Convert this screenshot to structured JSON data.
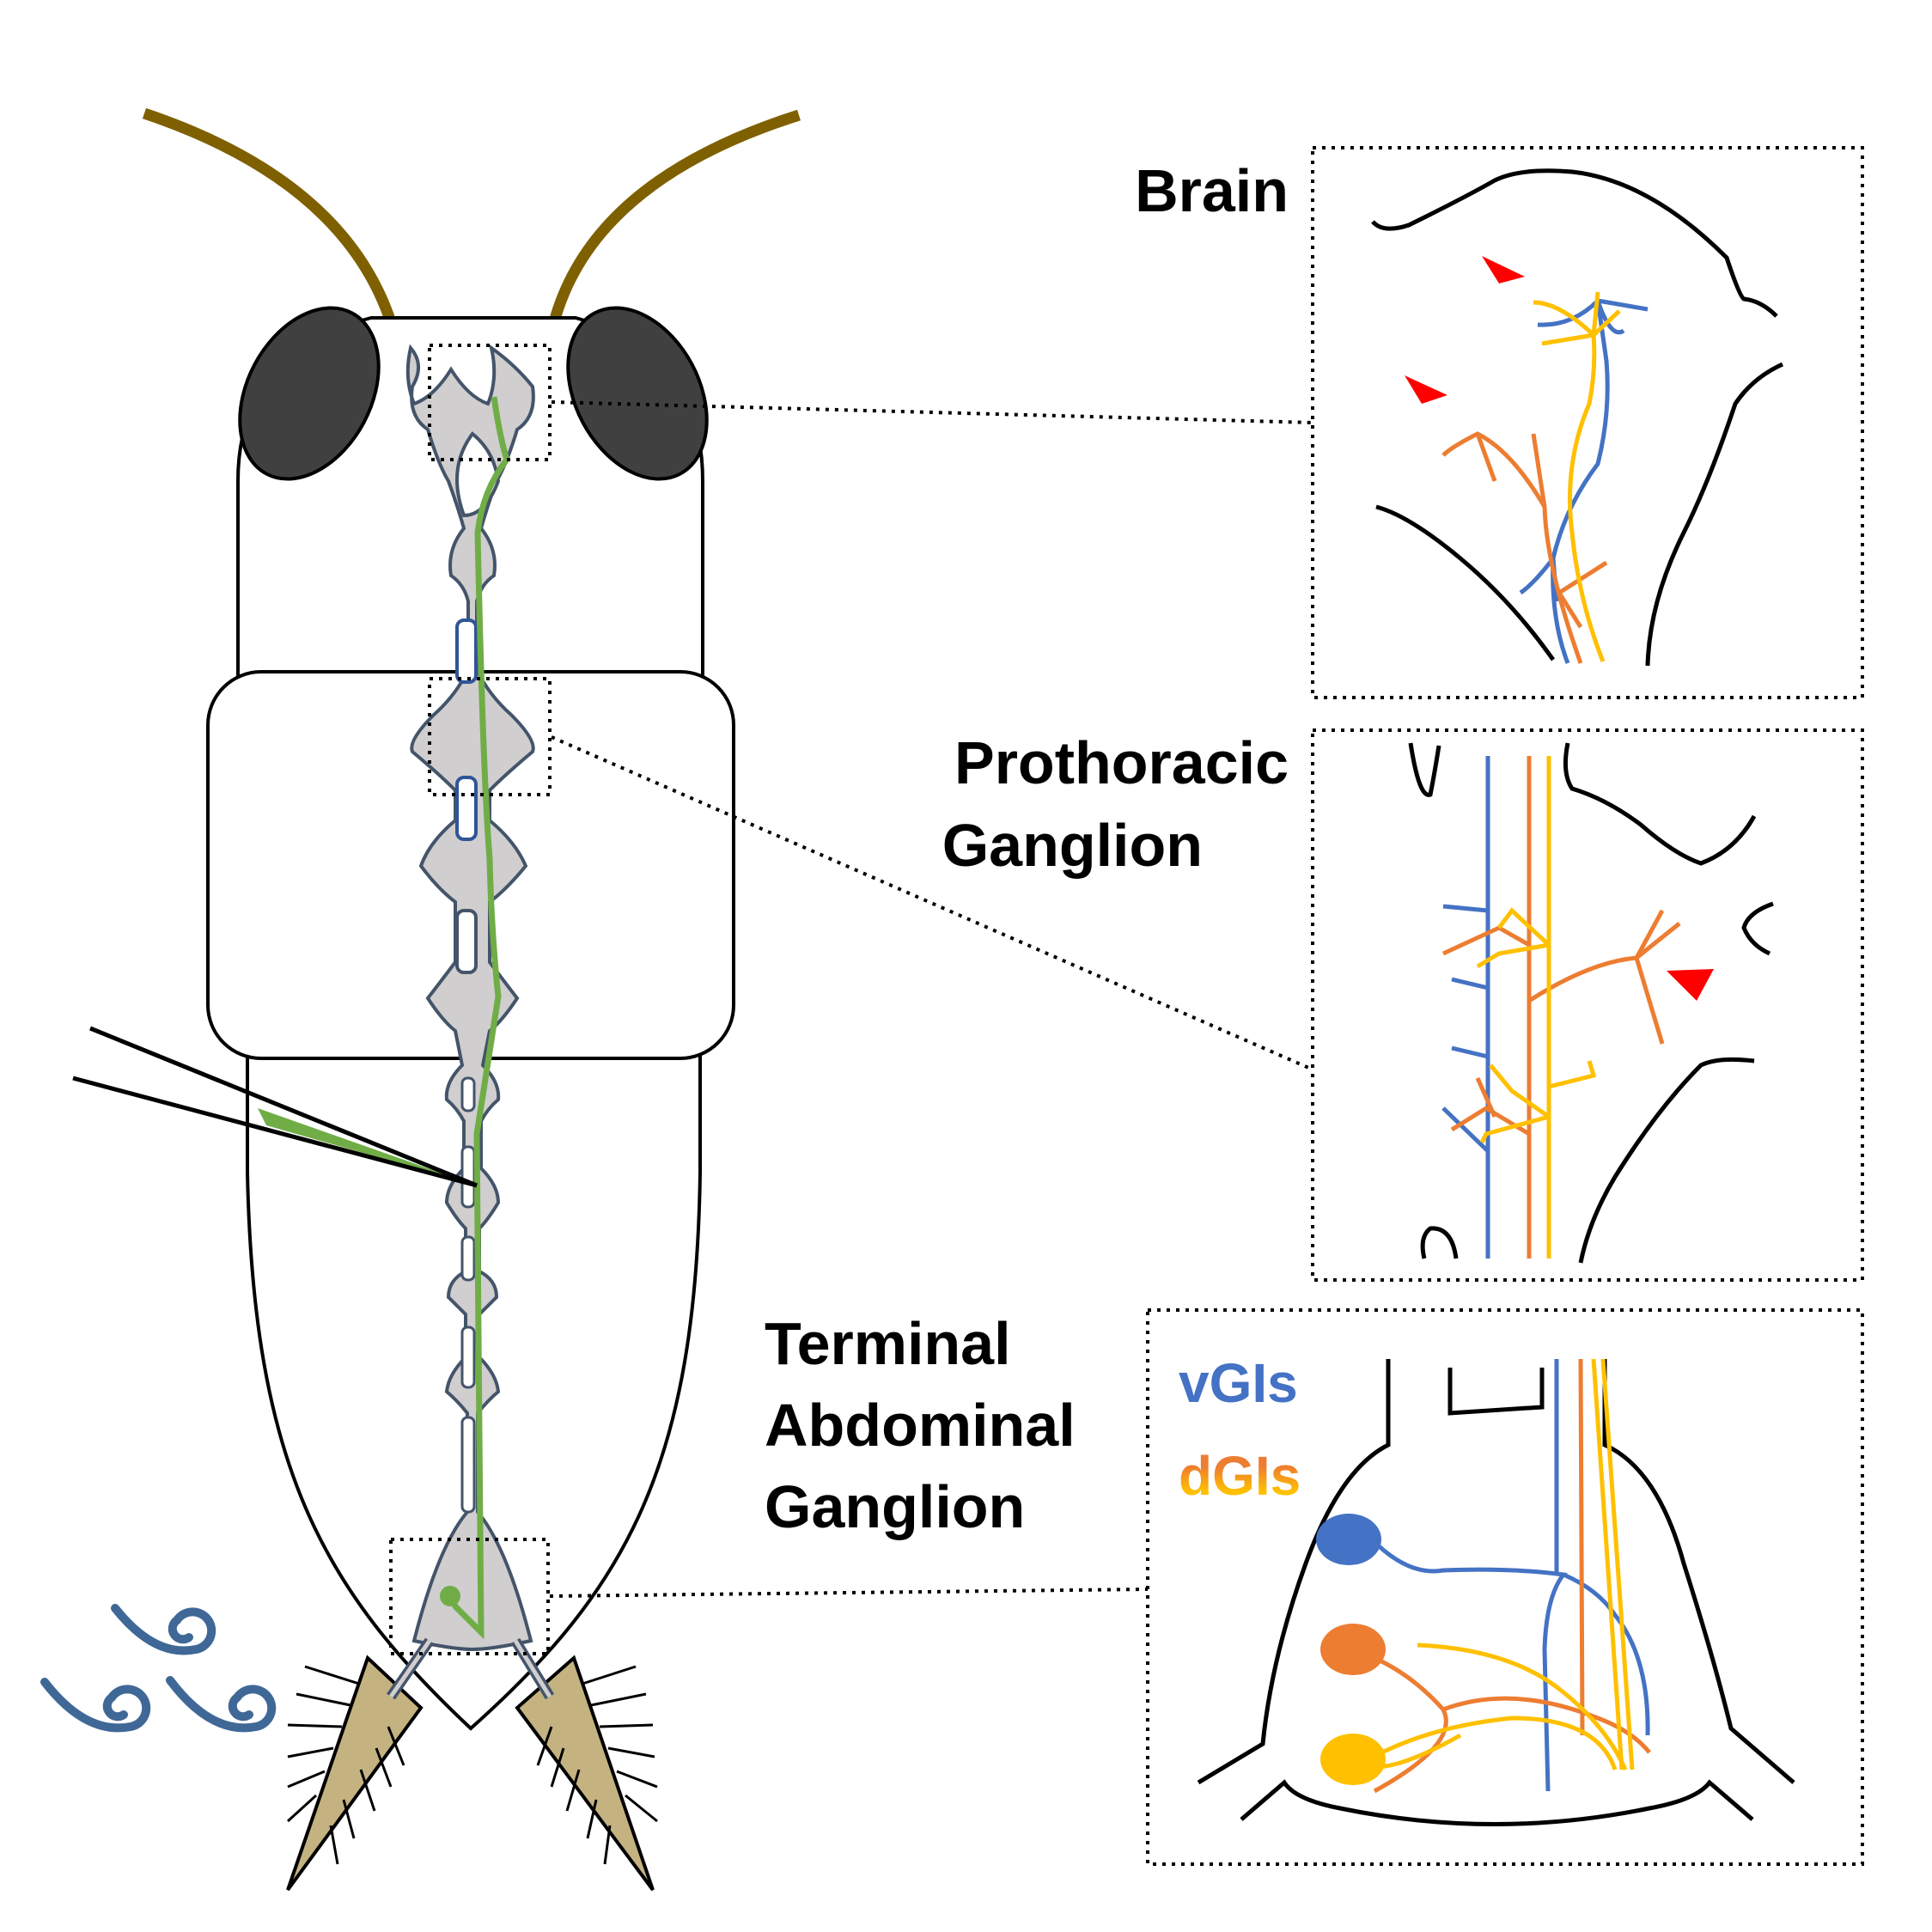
{
  "labels": {
    "brain": "Brain",
    "prothoracic_line1": "Prothoracic",
    "prothoracic_line2": "Ganglion",
    "terminal_line1": "Terminal",
    "terminal_line2": "Abdominal",
    "terminal_line3": "Ganglion"
  },
  "legend": {
    "vgis": "vGIs",
    "dgis": "dGIs"
  },
  "colors": {
    "vgi_blue": "#4472c4",
    "dgi_orange": "#ed7d31",
    "dgi_yellow": "#ffc000",
    "recording_green": "#70ad47",
    "arrowhead_red": "#ff0000",
    "antenna_brown": "#7f6000",
    "eye_dark": "#404040",
    "nerve_gray": "#d0cece",
    "nerve_outline": "#44546a",
    "cerci_tan": "#c4b381",
    "air_blue": "#3f6897"
  }
}
